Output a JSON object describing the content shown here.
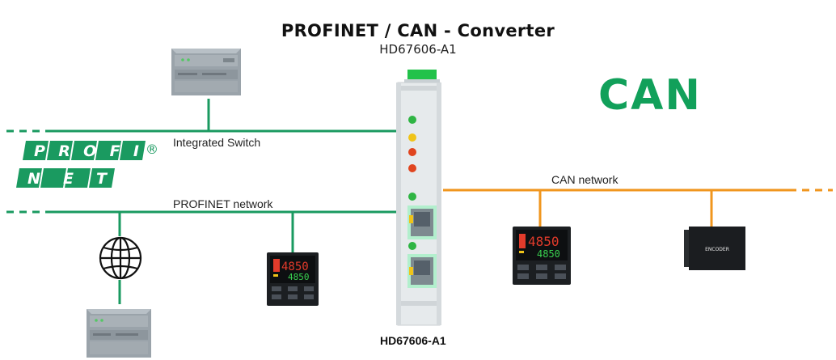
{
  "header": {
    "title": "PROFINET / CAN - Converter",
    "subtitle": "HD67606-A1"
  },
  "labels": {
    "integrated_switch": "Integrated Switch",
    "profinet_network": "PROFINET network",
    "can_network": "CAN network",
    "device_label": "HD67606-A1"
  },
  "logos": {
    "can": "CAN",
    "profinet_row1": "PROFI",
    "profinet_row2": "NET",
    "registered": "®"
  },
  "devices": {
    "encoder_text": "ENCODER",
    "display_top": "4850",
    "display_bottom": "4850"
  },
  "colors": {
    "profinet_green": "#1a9a60",
    "can_orange": "#f0961e",
    "led_green": "#2fb544",
    "led_yellow": "#f0c419",
    "led_red": "#e0451f"
  }
}
